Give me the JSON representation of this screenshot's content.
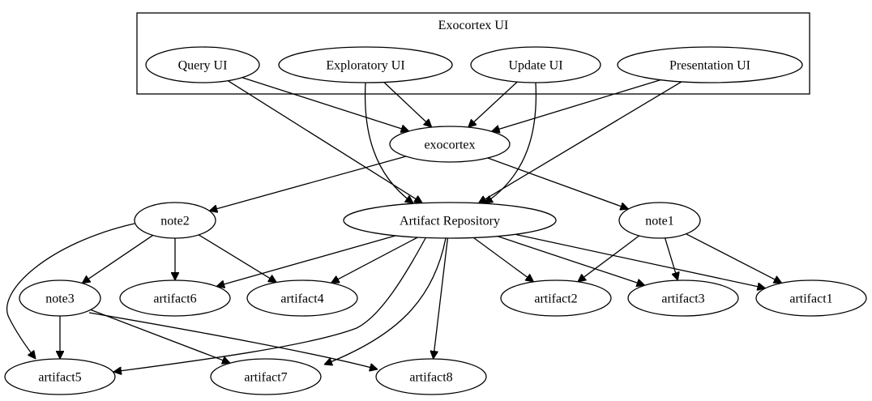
{
  "cluster": {
    "label": "Exocortex UI"
  },
  "nodes": [
    {
      "id": "query_ui",
      "label": "Query UI"
    },
    {
      "id": "exploratory_ui",
      "label": "Exploratory UI"
    },
    {
      "id": "update_ui",
      "label": "Update UI"
    },
    {
      "id": "presentation_ui",
      "label": "Presentation UI"
    },
    {
      "id": "exocortex",
      "label": "exocortex"
    },
    {
      "id": "note2",
      "label": "note2"
    },
    {
      "id": "artifact_repository",
      "label": "Artifact Repository"
    },
    {
      "id": "note1",
      "label": "note1"
    },
    {
      "id": "note3",
      "label": "note3"
    },
    {
      "id": "artifact6",
      "label": "artifact6"
    },
    {
      "id": "artifact4",
      "label": "artifact4"
    },
    {
      "id": "artifact2",
      "label": "artifact2"
    },
    {
      "id": "artifact3",
      "label": "artifact3"
    },
    {
      "id": "artifact1",
      "label": "artifact1"
    },
    {
      "id": "artifact5",
      "label": "artifact5"
    },
    {
      "id": "artifact7",
      "label": "artifact7"
    },
    {
      "id": "artifact8",
      "label": "artifact8"
    }
  ],
  "edges": [
    {
      "from": "query_ui",
      "to": "exocortex"
    },
    {
      "from": "query_ui",
      "to": "artifact_repository"
    },
    {
      "from": "exploratory_ui",
      "to": "exocortex"
    },
    {
      "from": "exploratory_ui",
      "to": "artifact_repository"
    },
    {
      "from": "update_ui",
      "to": "exocortex"
    },
    {
      "from": "update_ui",
      "to": "artifact_repository"
    },
    {
      "from": "presentation_ui",
      "to": "exocortex"
    },
    {
      "from": "presentation_ui",
      "to": "artifact_repository"
    },
    {
      "from": "exocortex",
      "to": "note2"
    },
    {
      "from": "exocortex",
      "to": "note1"
    },
    {
      "from": "note2",
      "to": "note3"
    },
    {
      "from": "note2",
      "to": "artifact6"
    },
    {
      "from": "note2",
      "to": "artifact4"
    },
    {
      "from": "note2",
      "to": "artifact5"
    },
    {
      "from": "artifact_repository",
      "to": "artifact6"
    },
    {
      "from": "artifact_repository",
      "to": "artifact4"
    },
    {
      "from": "artifact_repository",
      "to": "artifact2"
    },
    {
      "from": "artifact_repository",
      "to": "artifact3"
    },
    {
      "from": "artifact_repository",
      "to": "artifact1"
    },
    {
      "from": "artifact_repository",
      "to": "artifact5"
    },
    {
      "from": "artifact_repository",
      "to": "artifact7"
    },
    {
      "from": "artifact_repository",
      "to": "artifact8"
    },
    {
      "from": "note1",
      "to": "artifact2"
    },
    {
      "from": "note1",
      "to": "artifact3"
    },
    {
      "from": "note1",
      "to": "artifact1"
    },
    {
      "from": "note3",
      "to": "artifact5"
    },
    {
      "from": "note3",
      "to": "artifact7"
    },
    {
      "from": "note3",
      "to": "artifact8"
    }
  ]
}
